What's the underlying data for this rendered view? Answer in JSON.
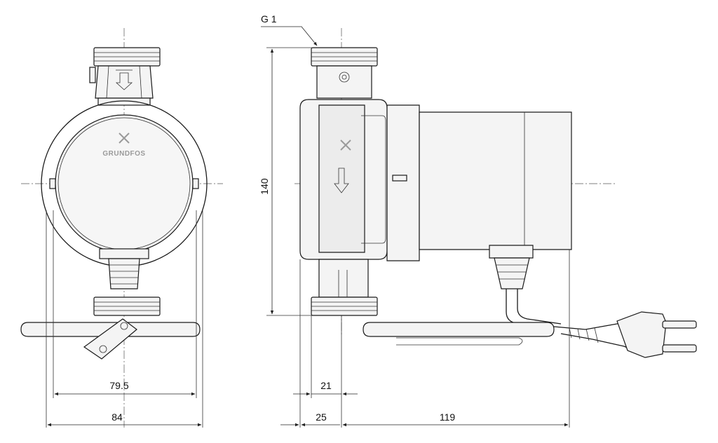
{
  "drawing": {
    "thread_label": "G 1",
    "logo_text": "GRUNDFOS",
    "dimensions": {
      "height": "140",
      "front_inner_width": "79.5",
      "front_outer_width": "84",
      "side_inner": "21",
      "side_outer": "25",
      "side_length": "119"
    }
  }
}
